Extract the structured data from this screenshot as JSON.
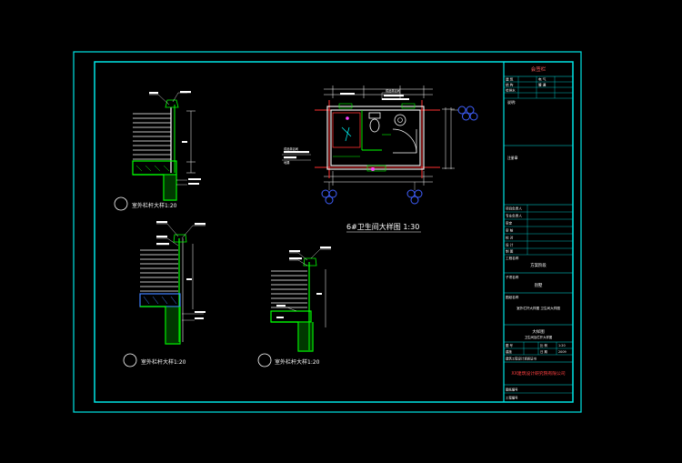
{
  "drawing": {
    "bathroom_title": "6#卫生间大样图 1:30",
    "railing_titles": [
      "室外栏杆大样1:20",
      "室外栏杆大样1:20",
      "室外栏杆大样1:20"
    ],
    "bathroom_labels": [
      "成品淋浴间",
      "地漏",
      "成品淋浴间"
    ]
  },
  "title_block": {
    "header": "会签栏",
    "rows": [
      "建 筑",
      "结 构",
      "给排水",
      "电 气",
      "暖 通"
    ],
    "notes_label": "说明:",
    "stamp_label": "注册章",
    "sign_rows": [
      "项目负责人",
      "专业负责人",
      "审定",
      "审 核",
      "校 对",
      "设 计",
      "制 图"
    ],
    "design_stage_label": "工程名称",
    "design_stage_value": "方案阶段",
    "item_label": "子项名称",
    "item_value": "别墅",
    "content_label": "图纸名称",
    "content_value": "室外栏杆大样图 卫生间大样图",
    "drawing_name": "大样图",
    "drawing_sub": "卫生间及栏杆大样图",
    "scale_label": "比 例",
    "scale_value": "1:20",
    "date_label": "日 期",
    "date_value": "2009",
    "number_label": "图 号",
    "number_value": "建施",
    "cert_label": "建筑工程设计资质证书",
    "company": "XX建筑设计研究院有限公司",
    "footer_rows": [
      "图纸编号",
      "工程编号"
    ]
  }
}
